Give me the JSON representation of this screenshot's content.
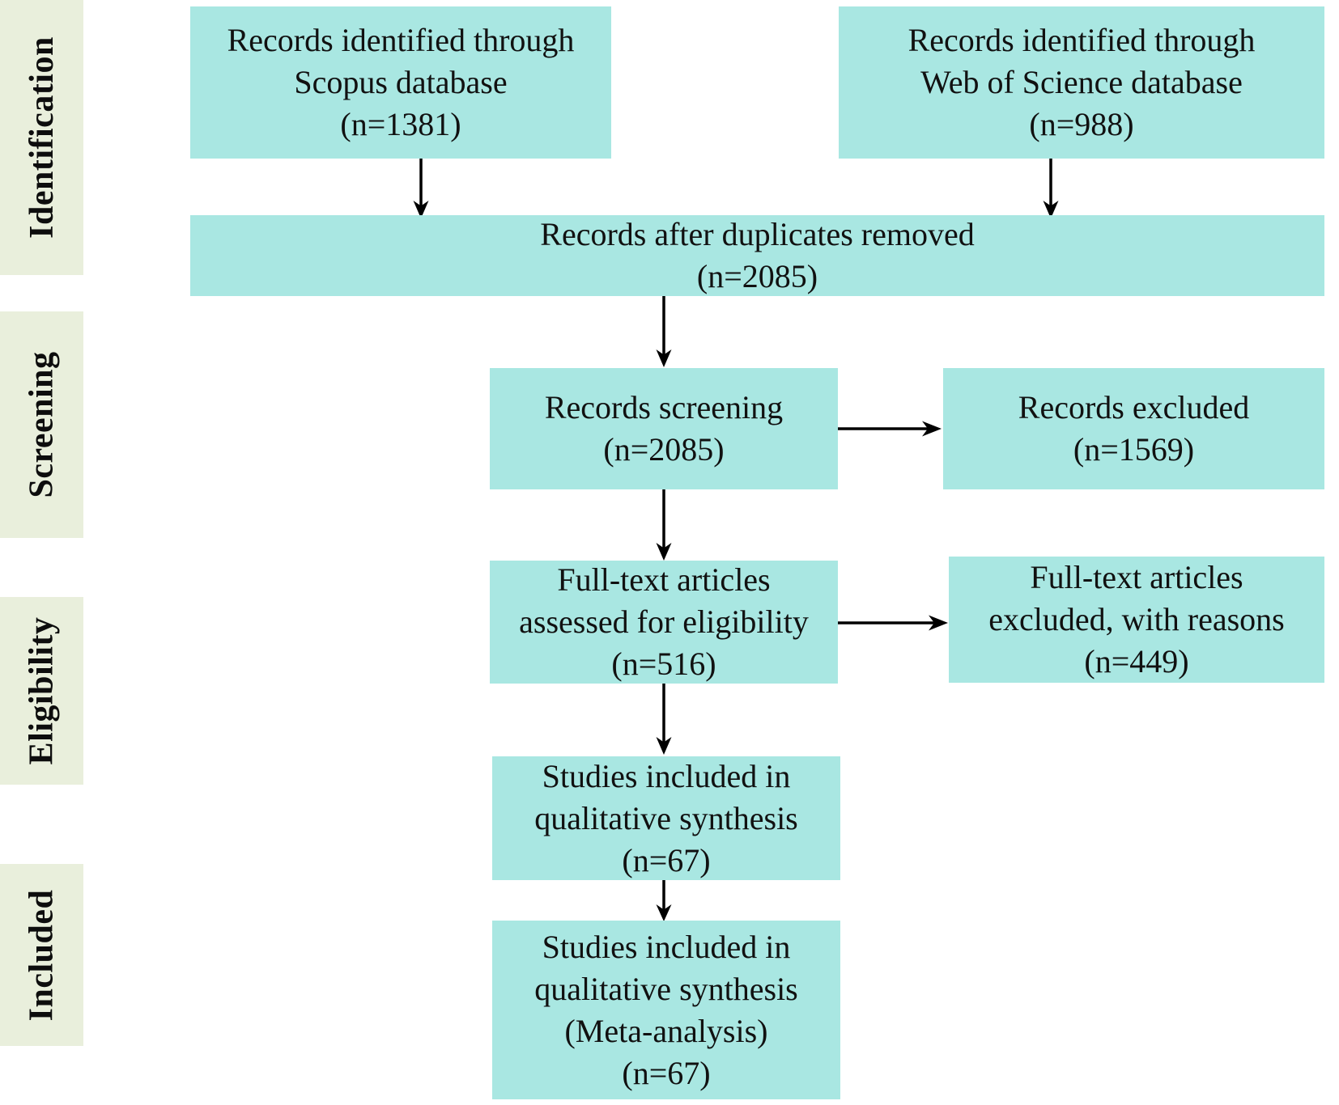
{
  "diagram": {
    "title": "PRISMA flow diagram",
    "colors": {
      "stage_label_background": "#E9EFDC",
      "box_background": "#A9E7E2",
      "text": "#111111",
      "arrow": "#000000",
      "page_background": "#FFFFFF"
    }
  },
  "stages": [
    {
      "id": "identification",
      "label": "Identification"
    },
    {
      "id": "screening",
      "label": "Screening"
    },
    {
      "id": "eligibility",
      "label": "Eligibility"
    },
    {
      "id": "included",
      "label": "Included"
    }
  ],
  "boxes": {
    "scopus": {
      "line1": "Records identified through",
      "line2": "Scopus database",
      "line3": "(n=1381)",
      "count": 1381
    },
    "wos": {
      "line1": "Records identified through",
      "line2": "Web of Science database",
      "line3": "(n=988)",
      "count": 988
    },
    "duplicates_removed": {
      "line1": "Records after duplicates removed",
      "line2": "(n=2085)",
      "count": 2085
    },
    "records_screening": {
      "line1": "Records screening",
      "line2": "(n=2085)",
      "count": 2085
    },
    "records_excluded": {
      "line1": "Records excluded",
      "line2": "(n=1569)",
      "count": 1569
    },
    "fulltext_assessed": {
      "line1": "Full-text articles",
      "line2": "assessed for eligibility",
      "line3": "(n=516)",
      "count": 516
    },
    "fulltext_excluded": {
      "line1": "Full-text articles",
      "line2": "excluded, with reasons",
      "line3": "(n=449)",
      "count": 449
    },
    "qualitative_synthesis": {
      "line1": "Studies included in",
      "line2": "qualitative synthesis",
      "line3": "(n=67)",
      "count": 67
    },
    "meta_analysis": {
      "line1": "Studies included in",
      "line2": "qualitative synthesis",
      "line3": "(Meta-analysis)",
      "line4": "(n=67)",
      "count": 67
    }
  }
}
